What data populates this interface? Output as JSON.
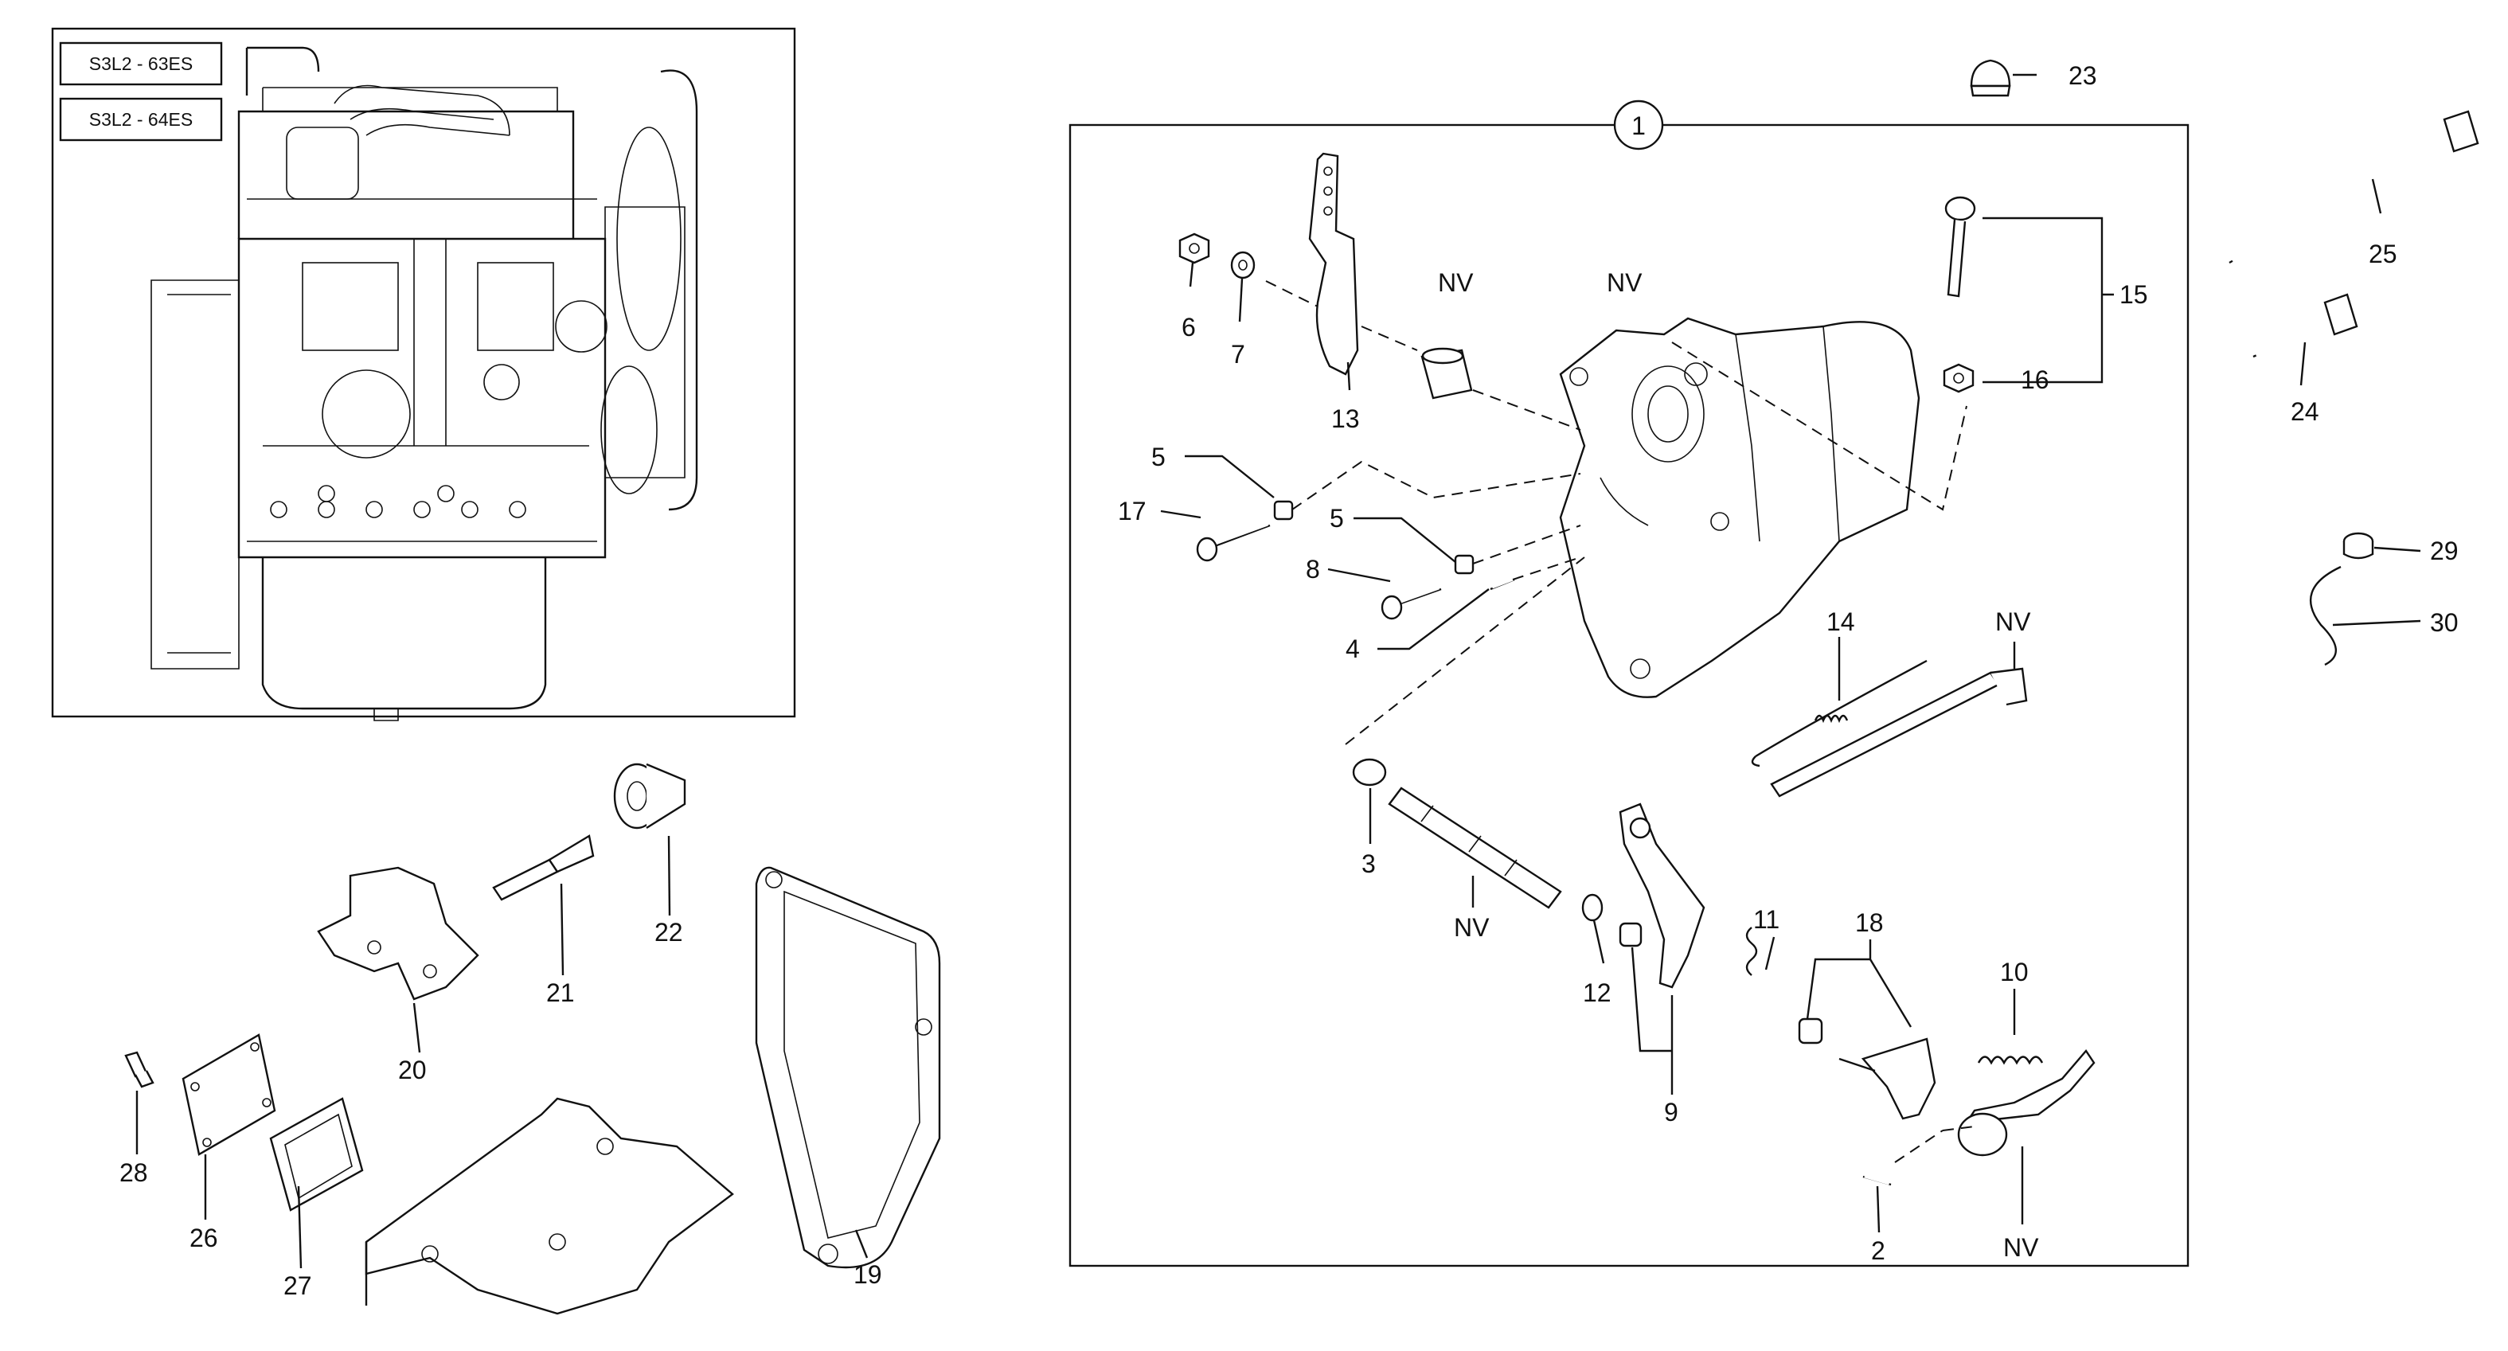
{
  "inset": {
    "models": [
      "S3L2 - 63ES",
      "S3L2 - 64ES"
    ]
  },
  "assembly": {
    "number": "1"
  },
  "callouts": {
    "p2": "2",
    "p3": "3",
    "p4": "4",
    "p5a": "5",
    "p5b": "5",
    "p6": "6",
    "p7": "7",
    "p8": "8",
    "p9": "9",
    "p10": "10",
    "p11": "11",
    "p12": "12",
    "p13": "13",
    "p14": "14",
    "p15": "15",
    "p16": "16",
    "p17": "17",
    "p18": "18",
    "p19": "19",
    "p20": "20",
    "p21": "21",
    "p22": "22",
    "p23": "23",
    "p24": "24",
    "p25": "25",
    "p26": "26",
    "p27": "27",
    "p28": "28",
    "p29": "29",
    "p30": "30",
    "nv1": "NV",
    "nv2": "NV",
    "nv3": "NV",
    "nv4": "NV",
    "nv5": "NV"
  }
}
